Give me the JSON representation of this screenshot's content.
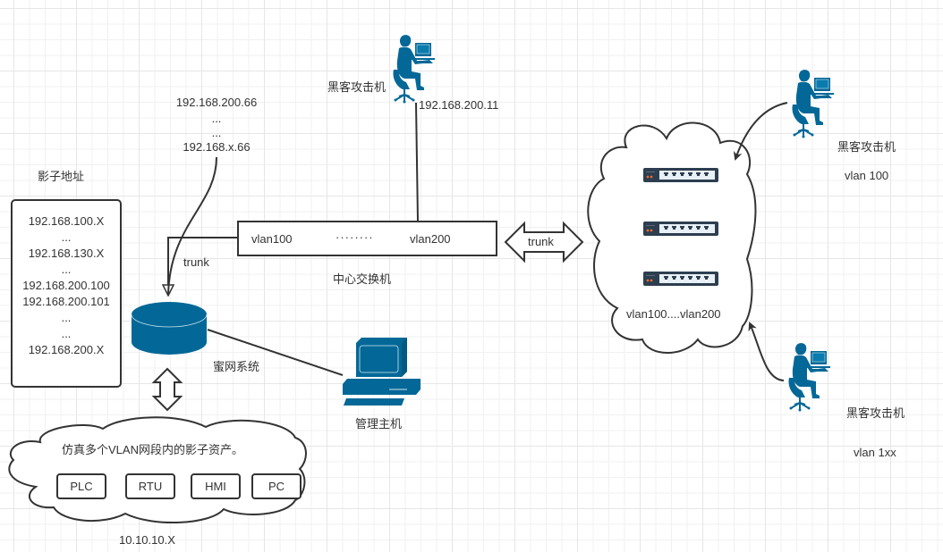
{
  "diagram": {
    "shadow_addresses": {
      "title": "影子地址",
      "lines": [
        "192.168.100.X",
        "...",
        "192.168.130.X",
        "...",
        "192.168.200.100",
        "192.168.200.101",
        "...",
        "...",
        "192.168.200.X"
      ]
    },
    "trunk_ip_range": {
      "lines": [
        "192.168.200.66",
        "...",
        "...",
        "192.168.x.66"
      ]
    },
    "top_attacker": {
      "label": "黑客攻击机",
      "ip": "192.168.200.11"
    },
    "central_switch": {
      "label": "中心交换机",
      "port_left": "vlan100",
      "port_dots": "········",
      "port_right": "vlan200"
    },
    "trunk_left_label": "trunk",
    "trunk_right_label": "trunk",
    "vlan_cloud": {
      "label": "vlan100....vlan200",
      "switch_count": 3
    },
    "attacker_vlan100": {
      "label": "黑客攻击机",
      "vlan": "vlan 100"
    },
    "attacker_vlan1xx": {
      "label": "黑客攻击机",
      "vlan": "vlan 1xx"
    },
    "honeynet": {
      "label": "蜜网系统"
    },
    "management_host": {
      "label": "管理主机"
    },
    "asset_cloud": {
      "caption": "仿真多个VLAN网段内的影子资产。",
      "assets": [
        "PLC",
        "RTU",
        "HMI",
        "PC"
      ],
      "subnet": "10.10.10.X"
    },
    "colors": {
      "icon_blue": "#036897",
      "line": "#333333",
      "switch_body": "#2d3e50",
      "switch_port_panel": "#e8f0f7",
      "switch_led": "#e96b2b"
    }
  }
}
